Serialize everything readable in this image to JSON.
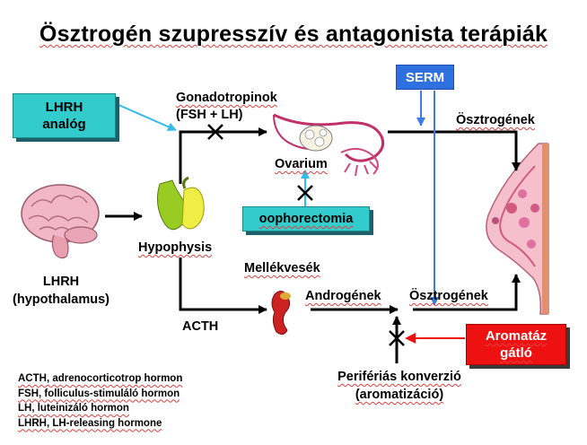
{
  "title": "Ösztrogén szupresszív és antagonista terápiák",
  "boxes": {
    "lhrh_analog": [
      "LHRH",
      "analóg"
    ],
    "serm": "SERM",
    "oophorectomia": "oophorectomia",
    "aromataz": [
      "Aromatáz",
      "gátló"
    ]
  },
  "labels": {
    "gonadotropinok": [
      "Gonadotropinok",
      "(FSH + LH)"
    ],
    "ovarium": "Ovarium",
    "osztrogenek_top": "Ösztrogének",
    "hypophysis": "Hypophysis",
    "hypothalamus": [
      "LHRH",
      "(hypothalamus)"
    ],
    "mellekvesek": "Mellékvesék",
    "androgenek": "Androgének",
    "osztrogenek_mid": "Ösztrogének",
    "acth": "ACTH",
    "periferias": [
      "Perifériás konverzió",
      "(aromatizáció)"
    ]
  },
  "legend": [
    "ACTH, adrenocorticotrop hormon",
    "FSH, folliculus-stimuláló hormon",
    "LH, luteinizáló hormon",
    "LHRH, LH-releasing hormone"
  ],
  "colors": {
    "cyan_box": "#33cccc",
    "serm_blue": "#2e70e0",
    "inhibitor_red": "#ee1111",
    "blue_arrow": "#3a7de8",
    "cyan_arrow": "#33bbee"
  }
}
